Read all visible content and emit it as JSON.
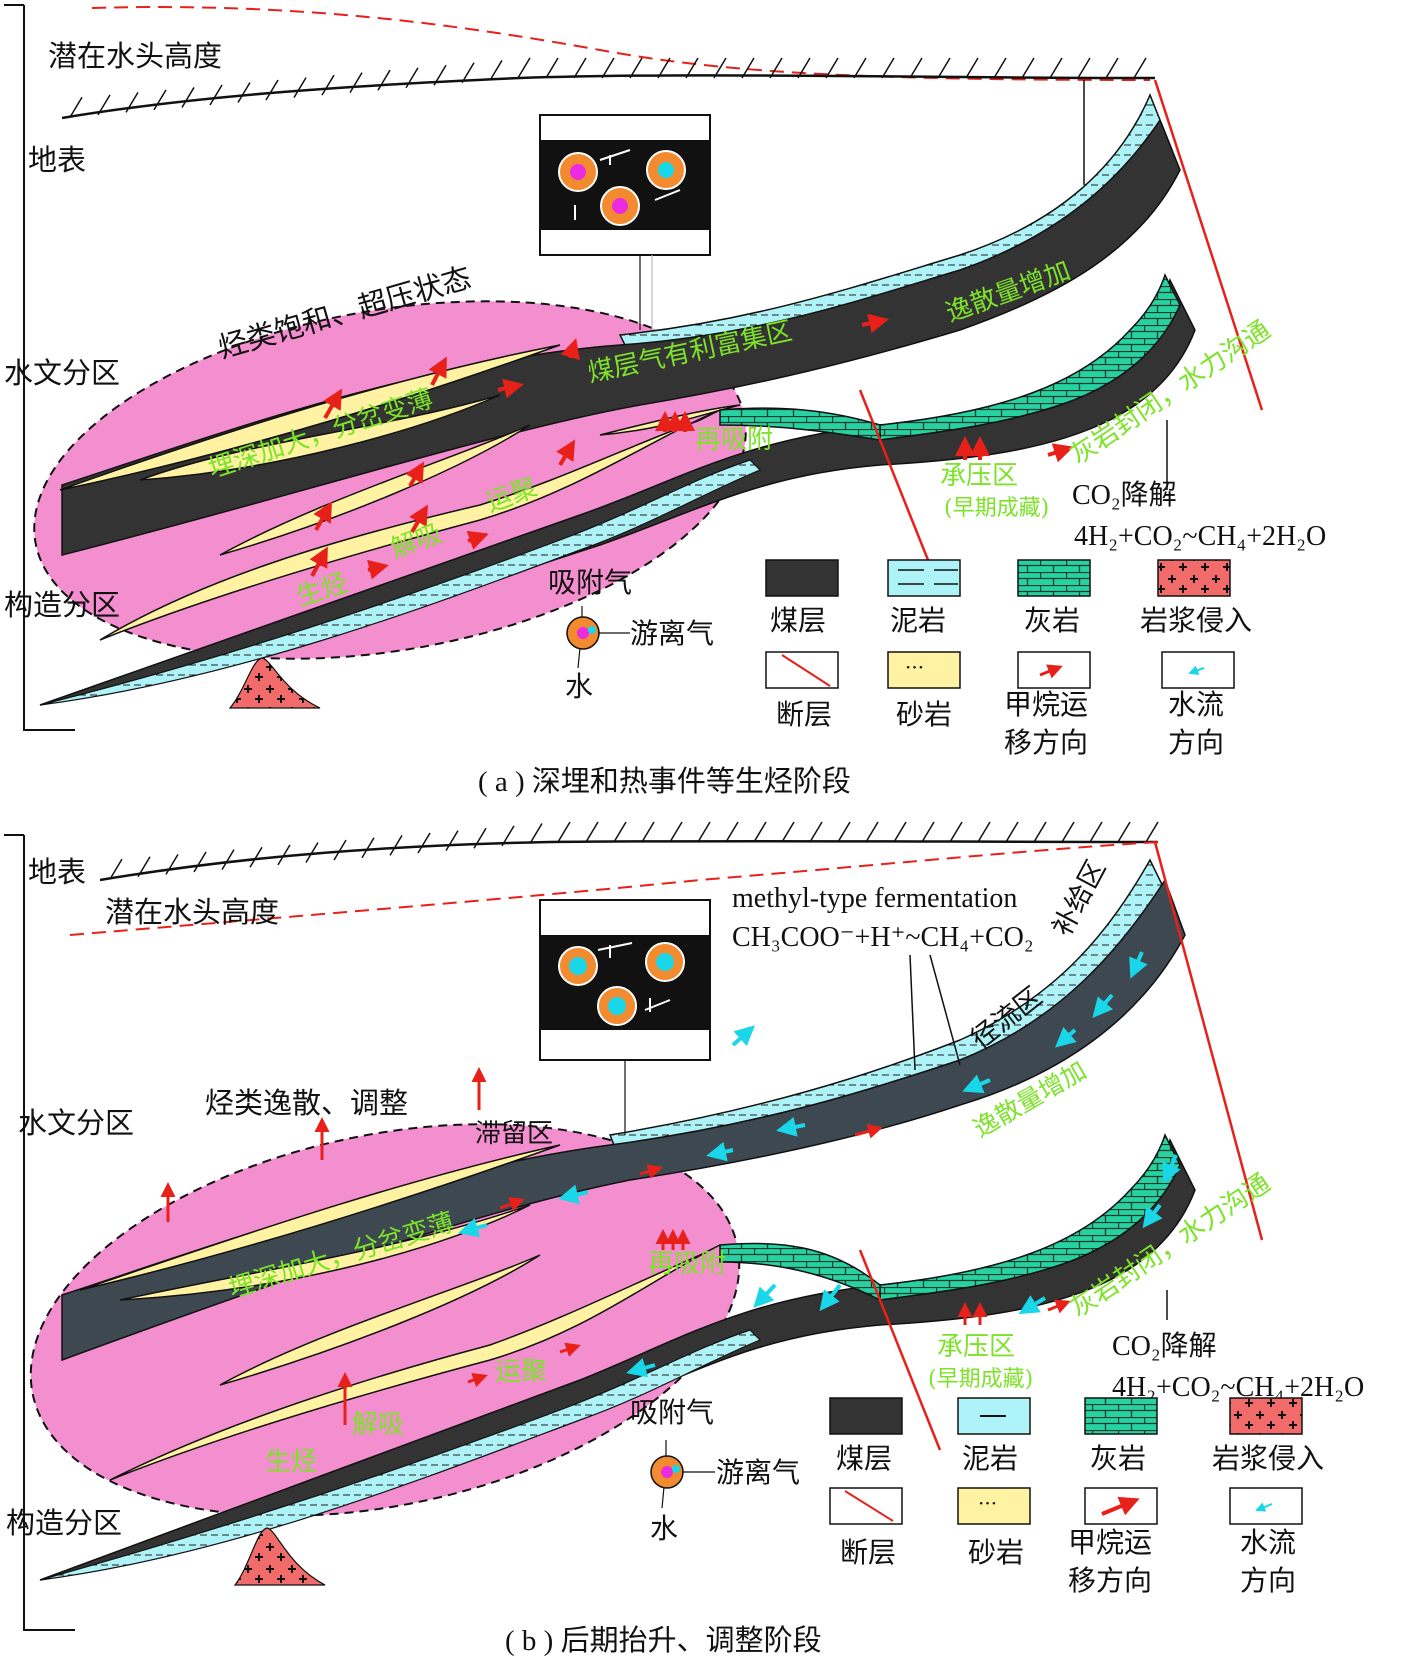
{
  "panel_a": {
    "caption": "( a ) 深埋和热事件等生烃阶段",
    "potential_head": "潜在水头高度",
    "surface": "地表",
    "hydro_zone": "水文分区",
    "tectonic_zone": "构造分区",
    "hydrocarbon_state": "烃类饱和、超压状态",
    "label_enrich": "煤层气有利富集区",
    "label_dissipation": "逸散量增加",
    "label_bury": "埋深加大，分岔变薄",
    "label_readsorb": "再吸附",
    "label_migrate": "运聚",
    "label_desorb": "解吸",
    "label_generate": "生烃",
    "label_confined": "承压区",
    "label_early": "(早期成藏)",
    "label_limestone_seal": "灰岩封闭，水力沟通",
    "co2_title": "CO₂降解",
    "co2_reaction": "4H₂+CO₂~CH₄+2H₂O"
  },
  "panel_b": {
    "caption": "( b ) 后期抬升、调整阶段",
    "surface": "地表",
    "potential_head": "潜在水头高度",
    "hydro_zone": "水文分区",
    "tectonic_zone": "构造分区",
    "hydrocarbon_state": "烃类逸散、调整",
    "fermentation_title": "methyl-type fermentation",
    "fermentation_reaction": "CH₃COO⁻+H⁺~CH₄+CO₂",
    "label_recharge": "补给区",
    "label_runoff": "径流区",
    "label_dissipation": "逸散量增加",
    "label_stagnant": "滞留区",
    "label_bury": "埋深加大，分岔变薄",
    "label_readsorb": "再吸附",
    "label_migrate": "运聚",
    "label_desorb": "解吸",
    "label_generate": "生烃",
    "label_confined": "承压区",
    "label_early": "(早期成藏)",
    "label_limestone_seal": "灰岩封闭，水力沟通",
    "co2_title": "CO₂降解",
    "co2_reaction": "4H₂+CO₂~CH₄+2H₂O"
  },
  "pore_legend": {
    "adsorbed": "吸附气",
    "free": "游离气",
    "water": "水"
  },
  "legend": {
    "coal": "煤层",
    "mudstone": "泥岩",
    "limestone": "灰岩",
    "magma": "岩浆侵入",
    "fault": "断层",
    "sandstone": "砂岩",
    "methane_line1": "甲烷运",
    "methane_line2": "移方向",
    "water_line1": "水流",
    "water_line2": "方向"
  },
  "colors": {
    "coal": "#333333",
    "coal_b": "#3d4850",
    "mudstone": "#aef3f7",
    "limestone": "#28d1a0",
    "sandstone": "#fff3a3",
    "pink": "#f48fcf",
    "magma": "#f26b6b",
    "fault": "#e8201a",
    "water_arrow": "#19d6e8",
    "label_green": "#7de32a"
  }
}
